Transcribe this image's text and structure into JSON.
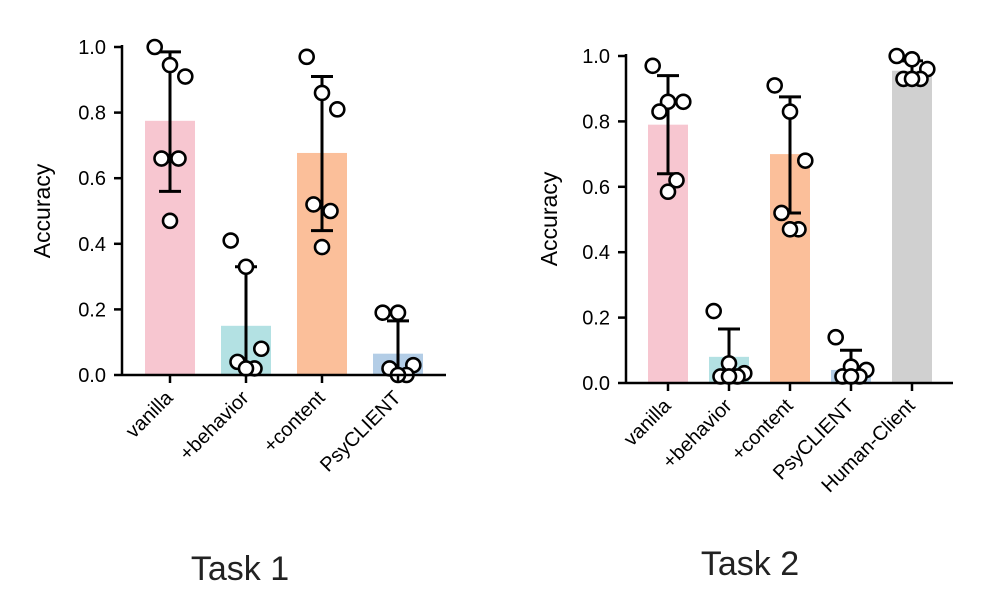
{
  "chart_data": [
    {
      "type": "bar",
      "title": "Task 1",
      "ylabel": "Accuracy",
      "ylim": [
        0,
        1.0
      ],
      "yticks": [
        "0.0",
        "0.2",
        "0.4",
        "0.6",
        "0.8",
        "1.0"
      ],
      "categories": [
        "vanilla",
        "+behavior",
        "+content",
        "PsyCLIENT"
      ],
      "colors": [
        "#f7c6d0",
        "#b3e1e3",
        "#fbbf9a",
        "#b3cde6"
      ],
      "values": [
        0.775,
        0.15,
        0.677,
        0.065
      ],
      "error": [
        [
          0.56,
          0.985
        ],
        [
          0.0,
          0.33
        ],
        [
          0.44,
          0.91
        ],
        [
          0.0,
          0.165
        ]
      ],
      "points": [
        [
          1.0,
          0.945,
          0.91,
          0.66,
          0.66,
          0.47
        ],
        [
          0.41,
          0.33,
          0.08,
          0.04,
          0.02,
          0.02
        ],
        [
          0.97,
          0.86,
          0.81,
          0.52,
          0.5,
          0.39
        ],
        [
          0.19,
          0.19,
          0.03,
          0.02,
          0.0,
          0.0
        ]
      ]
    },
    {
      "type": "bar",
      "title": "Task 2",
      "ylabel": "Accuracy",
      "ylim": [
        0,
        1.0
      ],
      "yticks": [
        "0.0",
        "0.2",
        "0.4",
        "0.6",
        "0.8",
        "1.0"
      ],
      "categories": [
        "vanilla",
        "+behavior",
        "+content",
        "PsyCLIENT",
        "Human-Client"
      ],
      "colors": [
        "#f7c6d0",
        "#b3e1e3",
        "#fbbf9a",
        "#b3cde6",
        "#d0d0d0"
      ],
      "values": [
        0.79,
        0.08,
        0.7,
        0.04,
        0.955
      ],
      "error": [
        [
          0.64,
          0.94
        ],
        [
          0.0,
          0.165
        ],
        [
          0.52,
          0.875
        ],
        [
          0.0,
          0.1
        ],
        [
          0.925,
          0.985
        ]
      ],
      "points": [
        [
          0.97,
          0.86,
          0.86,
          0.83,
          0.62,
          0.585
        ],
        [
          0.22,
          0.06,
          0.03,
          0.02,
          0.02,
          0.02
        ],
        [
          0.91,
          0.83,
          0.68,
          0.52,
          0.47,
          0.47
        ],
        [
          0.14,
          0.05,
          0.04,
          0.02,
          0.02,
          0.02
        ],
        [
          1.0,
          0.99,
          0.96,
          0.93,
          0.93,
          0.93
        ]
      ]
    }
  ]
}
